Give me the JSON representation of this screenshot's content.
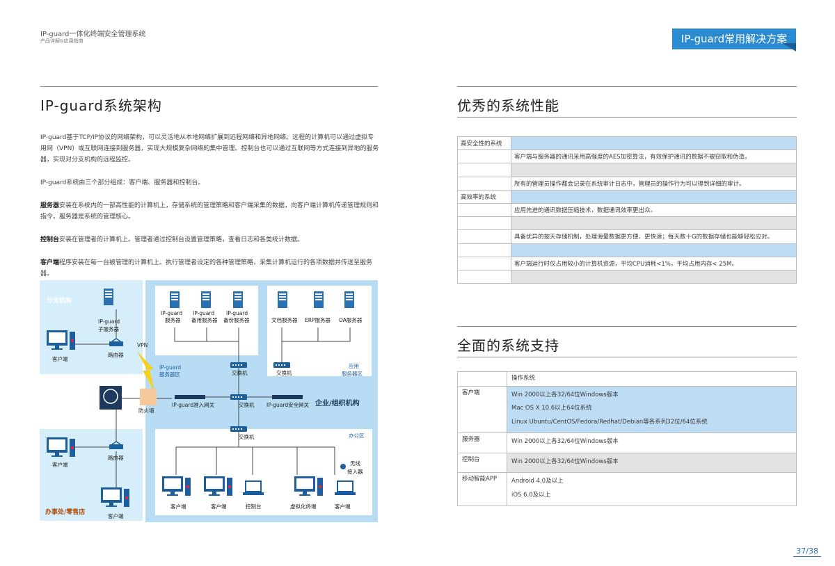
{
  "header": {
    "title": "IP-guard一体化终端安全管理系统",
    "subtitle": "产品详解&应用指南",
    "banner": "IP-guard常用解决方案"
  },
  "architecture": {
    "title": "IP-guard系统架构",
    "paragraphs": [
      {
        "bold": "",
        "text": "IP-guard基于TCP/IP协议的网络架构，可以灵活地从本地网络扩展到远程网络和异地网络。远程的计算机可以通过虚拟专用网（VPN）或互联网连接到服务器，实现大规模复杂网络的集中管理。控制台也可以通过互联网等方式连接到异地的服务器，实现对分支机构的远程监控。"
      },
      {
        "bold": "",
        "text": "IP-guard系统由三个部分组成：客户端、服务器和控制台。"
      },
      {
        "bold": "服务器",
        "text": "安装在系统内的一部高性能的计算机上，存储系统的管理策略和客户端采集的数据，向客户端计算机传递管理规则和指令。服务器是系统的管理核心。"
      },
      {
        "bold": "控制台",
        "text": "安装在管理者的计算机上。管理者通过控制台设置管理策略，查看日志和各类统计数据。"
      },
      {
        "bold": "客户端",
        "text": "程序安装在每一台被管理的计算机上。执行管理者设定的各种管理策略，采集计算机运行的各项数据并传送至服务器。"
      }
    ]
  },
  "diagram": {
    "branch_title": "分支机构",
    "branch_server": [
      "IP-guard",
      "子服务器"
    ],
    "client": "客户端",
    "router": "路由器",
    "vpn": "VPN",
    "servers": [
      [
        "IP-guard",
        "服务器"
      ],
      [
        "IP-guard",
        "备用服务器"
      ],
      [
        "IP-guard",
        "备份服务器"
      ]
    ],
    "app_servers": [
      "文档服务器",
      "ERP服务器",
      "OA服务器"
    ],
    "switch": "交换机",
    "ipguard_zone": [
      "IP-guard",
      "服务器区"
    ],
    "app_zone": [
      "应用",
      "服务器区"
    ],
    "internet": "互联网",
    "firewall": "防火墙",
    "access_gateway": "IP-guard准入网关",
    "security_gateway": "IP-guard安全网关",
    "enterprise": "企业/组织机构",
    "office": "办公区",
    "wireless": [
      "无线",
      "接入器"
    ],
    "console": "控制台",
    "virtual_terminal": "虚拟化终端",
    "store": "办事处/零售店"
  },
  "performance": {
    "title": "优秀的系统性能",
    "rows": [
      {
        "c1": "高安全性的系统",
        "c2": "",
        "style": "blue"
      },
      {
        "c1": "",
        "c2": "客户端与服务器的通讯采用高强度的AES加密算法，有效保护通讯的数据不被窃取和伪造。",
        "style": ""
      },
      {
        "c1": "",
        "c2": "",
        "style": "grey"
      },
      {
        "c1": "",
        "c2": "所有的管理员操作都会记录在系统审计日志中，管理员的操作行为可以得到详细的审计。",
        "style": ""
      },
      {
        "c1": "高效率的系统",
        "c2": "",
        "style": "blue"
      },
      {
        "c1": "",
        "c2": "应用先进的通讯数据压缩技术，数据通讯效率更出众。",
        "style": ""
      },
      {
        "c1": "",
        "c2": "",
        "style": "grey"
      },
      {
        "c1": "",
        "c2": "具备优异的按天存储机制，处理海量数据更方便、更快速；每天数十G的数据存储也能够轻松应对。",
        "style": ""
      },
      {
        "c1": "",
        "c2": "",
        "style": "blue"
      },
      {
        "c1": "",
        "c2": "客户端运行时仅占用较小的计算机资源，平均CPU消耗<1%，平均占用内存< 25M。",
        "style": ""
      },
      {
        "c1": "",
        "c2": "",
        "style": "grey"
      }
    ]
  },
  "support": {
    "title": "全面的系统支持",
    "header": "操作系统",
    "rows": [
      {
        "label": "客户端",
        "lines": [
          "Win 2000以上各32/64位Windows版本",
          "Mac OS X 10.6以上64位系统",
          "Linux Ubuntu/CentOS/Fedora/Redhat/Debian等各系列32位/64位系统"
        ],
        "style": "blue"
      },
      {
        "label": "服务器",
        "lines": [
          "Win 2000以上各32/64位Windows版本"
        ],
        "style": ""
      },
      {
        "label": "控制台",
        "lines": [
          "Win 2000以上各32/64位Windows版本"
        ],
        "style": "grey"
      },
      {
        "label": "移动智能APP",
        "lines": [
          "Android 4.0及以上",
          "iOS 6.0及以上"
        ],
        "style": ""
      }
    ]
  },
  "page_number": "37/38"
}
